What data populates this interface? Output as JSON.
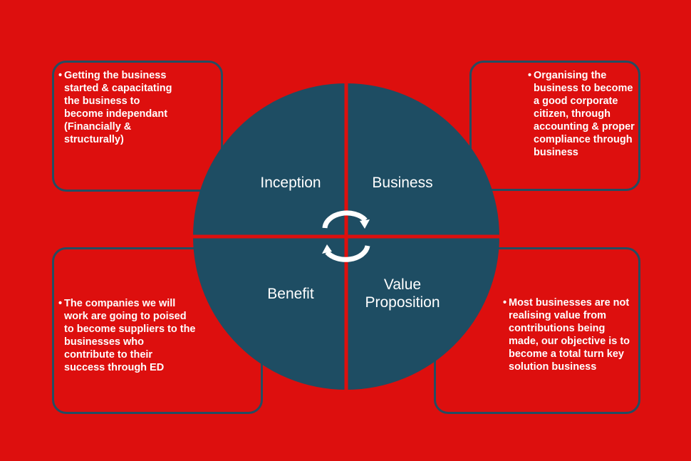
{
  "colors": {
    "background": "#dd0f0e",
    "circle": "#1e4d63",
    "border": "#234e62",
    "text": "#ffffff"
  },
  "quadrants": [
    {
      "label": "Inception"
    },
    {
      "label": "Business"
    },
    {
      "label": "Benefit"
    },
    {
      "label": "Value Proposition"
    }
  ],
  "boxes": {
    "top_left": {
      "bullet": "•",
      "text": "Getting the business started & capacitating the business to become independant (Financially & structurally)"
    },
    "top_right": {
      "bullet": "•",
      "text": "Organising the business to become a good corporate citizen, through accounting & proper compliance through business"
    },
    "bottom_left": {
      "bullet": "•",
      "text": "The companies we will work are going to poised to become suppliers to the businesses who contribute to their success through ED"
    },
    "bottom_right": {
      "bullet": "•",
      "text": "Most businesses are not realising value from contributions being made, our objective is to become a total turn key solution business"
    }
  },
  "center_icon": "cycle-arrows-icon"
}
